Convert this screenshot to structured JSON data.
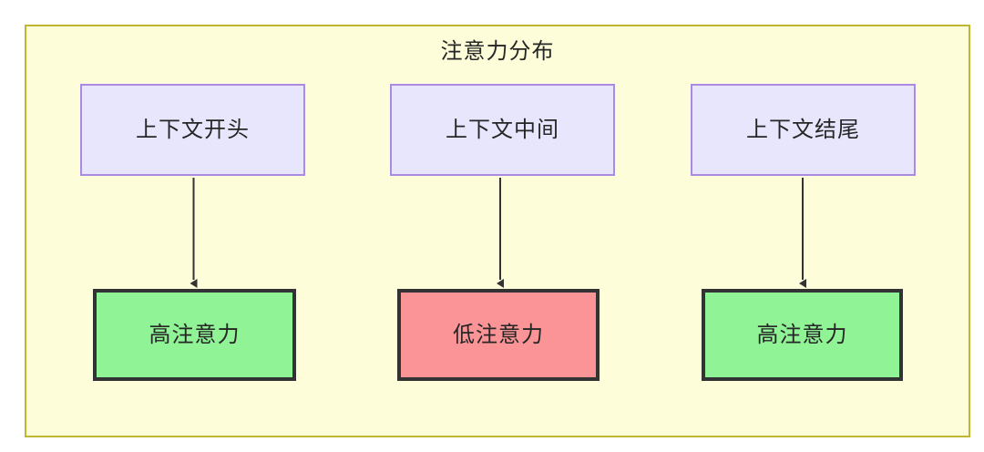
{
  "diagram": {
    "title": "注意力分布",
    "frame_color": "#bdb731",
    "frame_fill": "#fdfdd9",
    "edge_color": "#333333",
    "nodes": {
      "source": [
        {
          "id": "ctx-start",
          "label": "上下文开头",
          "fill": "#e7e6fd",
          "border": "#ab8ae4"
        },
        {
          "id": "ctx-middle",
          "label": "上下文中间",
          "fill": "#e7e6fd",
          "border": "#ab8ae4"
        },
        {
          "id": "ctx-end",
          "label": "上下文结尾",
          "fill": "#e7e6fd",
          "border": "#ab8ae4"
        }
      ],
      "attention": [
        {
          "id": "attn-high-start",
          "label": "高注意力",
          "fill": "#90f396",
          "border": "#333333",
          "level": "high"
        },
        {
          "id": "attn-low-middle",
          "label": "低注意力",
          "fill": "#fb9497",
          "border": "#333333",
          "level": "low"
        },
        {
          "id": "attn-high-end",
          "label": "高注意力",
          "fill": "#90f396",
          "border": "#333333",
          "level": "high"
        }
      ]
    },
    "edges": [
      {
        "from": "ctx-start",
        "to": "attn-high-start"
      },
      {
        "from": "ctx-middle",
        "to": "attn-low-middle"
      },
      {
        "from": "ctx-end",
        "to": "attn-high-end"
      }
    ]
  }
}
